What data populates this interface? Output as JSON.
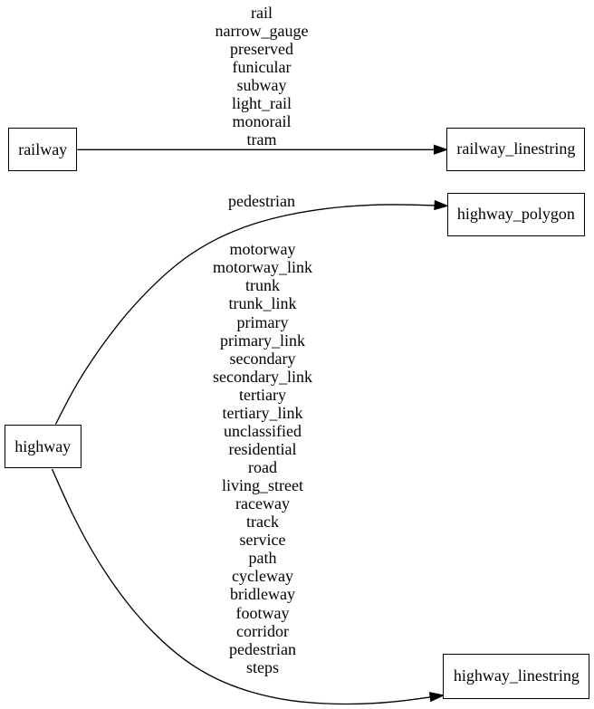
{
  "diagram": {
    "type": "graphviz-digraph",
    "background_color": "#ffffff",
    "line_color": "#000000",
    "text_color": "#000000",
    "nodes": [
      {
        "id": "railway",
        "label": "railway",
        "shape": "box"
      },
      {
        "id": "highway",
        "label": "highway",
        "shape": "box"
      },
      {
        "id": "railway_linestring",
        "label": "railway_linestring",
        "shape": "box"
      },
      {
        "id": "highway_polygon",
        "label": "highway_polygon",
        "shape": "box"
      },
      {
        "id": "highway_linestring",
        "label": "highway_linestring",
        "shape": "box"
      }
    ],
    "edges": [
      {
        "from": "railway",
        "to": "railway_linestring",
        "values": [
          "rail",
          "narrow_gauge",
          "preserved",
          "funicular",
          "subway",
          "light_rail",
          "monorail",
          "tram"
        ]
      },
      {
        "from": "highway",
        "to": "highway_polygon",
        "values": [
          "pedestrian"
        ]
      },
      {
        "from": "highway",
        "to": "highway_linestring",
        "values": [
          "motorway",
          "motorway_link",
          "trunk",
          "trunk_link",
          "primary",
          "primary_link",
          "secondary",
          "secondary_link",
          "tertiary",
          "tertiary_link",
          "unclassified",
          "residential",
          "road",
          "living_street",
          "raceway",
          "track",
          "service",
          "path",
          "cycleway",
          "bridleway",
          "footway",
          "corridor",
          "pedestrian",
          "steps"
        ]
      }
    ]
  }
}
